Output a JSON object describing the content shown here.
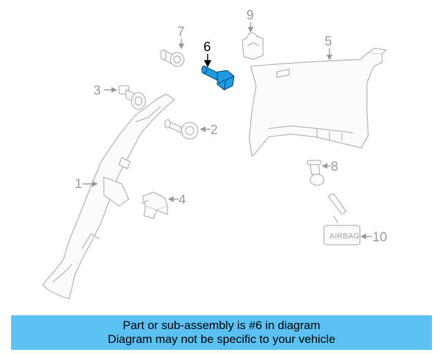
{
  "callouts": {
    "c1": "1",
    "c2": "2",
    "c3": "3",
    "c4": "4",
    "c5": "5",
    "c6": "6",
    "c7": "7",
    "c8": "8",
    "c9": "9",
    "c10": "10"
  },
  "highlighted_part": "6",
  "airbag_label": "AIRBAG",
  "caption": {
    "line1": "Part or sub-assembly is #6 in diagram",
    "line2": "Diagram may not be specific to your vehicle"
  },
  "colors": {
    "highlight_fill": "#1e9be3",
    "outline": "#b4b4b4",
    "caption_bg": "#5bc0f2"
  }
}
